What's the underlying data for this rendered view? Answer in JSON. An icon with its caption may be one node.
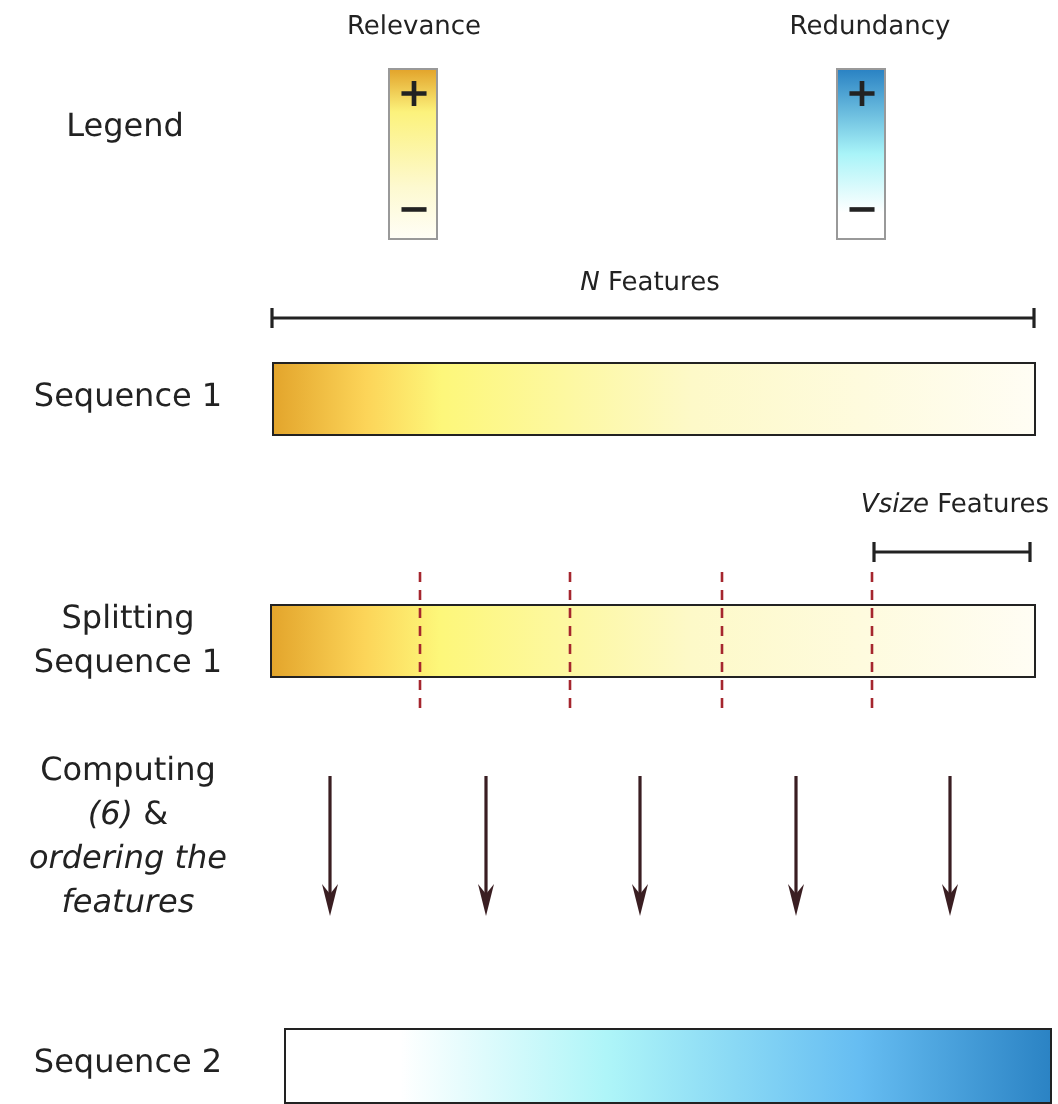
{
  "diagram": {
    "nodes": [
      {
        "text": [],
        "shape": "bar"
      },
      {
        "text": [],
        "shape": "bar"
      },
      {
        "text": [],
        "shape": "bar"
      }
    ],
    "labels": [
      "Legend",
      "+",
      "−",
      "+",
      "−",
      "*N* Features",
      "Sequence 1",
      "*Vsize* Features",
      "Splitting Sequence 1",
      "Computing *(6)* & *ordering the features*",
      "Sequence 2"
    ],
    "legend": [
      {
        "text": "Relevance"
      },
      {
        "text": "Redundancy"
      }
    ]
  }
}
